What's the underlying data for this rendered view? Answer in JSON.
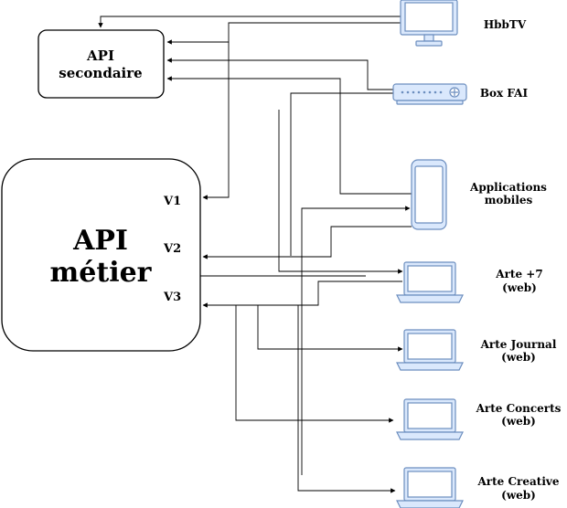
{
  "api_secondaire": {
    "line1": "API",
    "line2": "secondaire"
  },
  "api_metier": {
    "line1": "API",
    "line2": "métier"
  },
  "ports": [
    "V1",
    "V2",
    "V3"
  ],
  "clients": {
    "hbbtv": {
      "line1": "HbbTV"
    },
    "box_fai": {
      "line1": "Box FAI"
    },
    "applications_mobiles": {
      "line1": "Applications",
      "line2": "mobiles"
    },
    "arte_plus7": {
      "line1": "Arte +7",
      "line2": "(web)"
    },
    "arte_journal": {
      "line1": "Arte Journal",
      "line2": "(web)"
    },
    "arte_concerts": {
      "line1": "Arte Concerts",
      "line2": "(web)"
    },
    "arte_creative": {
      "line1": "Arte Creative",
      "line2": "(web)"
    }
  },
  "colors": {
    "device_fill": "#dae8fc",
    "device_stroke": "#6c8ebf",
    "line": "#000000"
  },
  "icons": {
    "hbbtv": "monitor-icon",
    "box_fai": "set-top-box-icon",
    "applications_mobiles": "smartphone-icon",
    "arte_plus7": "laptop-icon",
    "arte_journal": "laptop-icon",
    "arte_concerts": "laptop-icon",
    "arte_creative": "laptop-icon"
  }
}
